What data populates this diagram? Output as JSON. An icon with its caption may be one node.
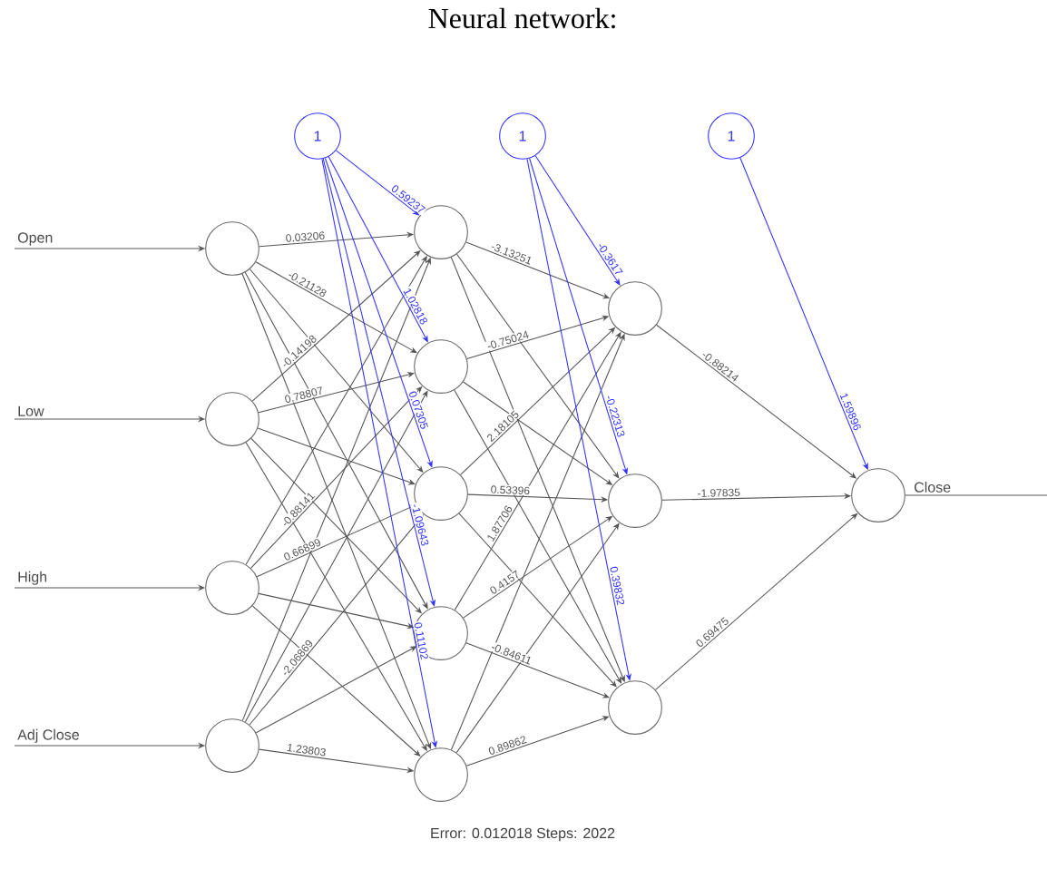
{
  "diagram": {
    "title": "Neural network:",
    "caption": "Error: 0.012018 Steps: 2022",
    "nodes": [
      {
        "text": [],
        "shape": "circle"
      },
      {
        "text": [],
        "shape": "circle"
      },
      {
        "text": [],
        "shape": "circle"
      },
      {
        "text": [],
        "shape": "circle"
      },
      {
        "text": [
          "1"
        ]
      },
      {
        "text": [],
        "shape": "circle"
      },
      {
        "text": [],
        "shape": "circle"
      },
      {
        "text": [],
        "shape": "circle"
      },
      {
        "text": [],
        "shape": "circle"
      },
      {
        "text": [],
        "shape": "circle"
      },
      {
        "text": [
          "1"
        ]
      },
      {
        "text": [],
        "shape": "circle"
      },
      {
        "text": [],
        "shape": "circle"
      },
      {
        "text": [],
        "shape": "circle"
      },
      {
        "text": [
          "1"
        ]
      },
      {
        "text": [],
        "shape": "circle",
        "beside": [
          "Close"
        ]
      },
      {
        "text": [
          "Open"
        ]
      },
      {
        "text": [
          "Low"
        ]
      },
      {
        "text": [
          "High"
        ]
      },
      {
        "text": [
          "Adj Close"
        ]
      }
    ],
    "edges": [
      {
        "from": 16,
        "to": 0,
        "arrow": "to"
      },
      {
        "from": 17,
        "to": 1,
        "arrow": "to"
      },
      {
        "from": 18,
        "to": 2,
        "arrow": "to"
      },
      {
        "from": 19,
        "to": 3,
        "arrow": "to"
      },
      {
        "from": 0,
        "to": 5,
        "arrow": "to",
        "label": "0.03206"
      },
      {
        "from": 0,
        "to": 6,
        "arrow": "to",
        "label": "-0.21128"
      },
      {
        "from": 0,
        "to": 7,
        "arrow": "to"
      },
      {
        "from": 0,
        "to": 8,
        "arrow": "to"
      },
      {
        "from": 0,
        "to": 9,
        "arrow": "to"
      },
      {
        "from": 1,
        "to": 5,
        "arrow": "to",
        "label": "-0.14198"
      },
      {
        "from": 1,
        "to": 6,
        "arrow": "to",
        "label": "0.78807"
      },
      {
        "from": 1,
        "to": 7,
        "arrow": "to"
      },
      {
        "from": 1,
        "to": 8,
        "arrow": "to"
      },
      {
        "from": 1,
        "to": 9,
        "arrow": "to"
      },
      {
        "from": 2,
        "to": 5,
        "arrow": "to"
      },
      {
        "from": 2,
        "to": 6,
        "arrow": "to",
        "label": "-0.88141"
      },
      {
        "from": 2,
        "to": 7,
        "arrow": "to",
        "label": "0.66899"
      },
      {
        "from": 2,
        "to": 8,
        "arrow": "to"
      },
      {
        "from": 2,
        "to": 9,
        "arrow": "to"
      },
      {
        "from": 3,
        "to": 5,
        "arrow": "to"
      },
      {
        "from": 3,
        "to": 6,
        "arrow": "to"
      },
      {
        "from": 3,
        "to": 7,
        "arrow": "to",
        "label": "-2.06869"
      },
      {
        "from": 3,
        "to": 8,
        "arrow": "to"
      },
      {
        "from": 3,
        "to": 9,
        "arrow": "to",
        "label": "1.23803"
      },
      {
        "from": 4,
        "to": 5,
        "arrow": "to",
        "label": "0.59237",
        "color": "#3333ff"
      },
      {
        "from": 4,
        "to": 6,
        "arrow": "to",
        "label": "1.02818",
        "color": "#3333ff"
      },
      {
        "from": 4,
        "to": 7,
        "arrow": "to",
        "label": "0.07305",
        "color": "#3333ff"
      },
      {
        "from": 4,
        "to": 8,
        "arrow": "to",
        "label": "-1.09643",
        "color": "#3333ff"
      },
      {
        "from": 4,
        "to": 9,
        "arrow": "to",
        "label": "0.11102",
        "color": "#3333ff"
      },
      {
        "from": 5,
        "to": 11,
        "arrow": "to",
        "label": "-3.13251"
      },
      {
        "from": 5,
        "to": 12,
        "arrow": "to"
      },
      {
        "from": 5,
        "to": 13,
        "arrow": "to"
      },
      {
        "from": 6,
        "to": 11,
        "arrow": "to",
        "label": "-0.75024"
      },
      {
        "from": 6,
        "to": 12,
        "arrow": "to"
      },
      {
        "from": 6,
        "to": 13,
        "arrow": "to"
      },
      {
        "from": 7,
        "to": 11,
        "arrow": "to",
        "label": "2.18105"
      },
      {
        "from": 7,
        "to": 12,
        "arrow": "to",
        "label": "0.53396"
      },
      {
        "from": 7,
        "to": 13,
        "arrow": "to"
      },
      {
        "from": 8,
        "to": 11,
        "arrow": "to",
        "label": "1.87706"
      },
      {
        "from": 8,
        "to": 12,
        "arrow": "to",
        "label": "0.4157"
      },
      {
        "from": 8,
        "to": 13,
        "arrow": "to",
        "label": "-0.84611"
      },
      {
        "from": 9,
        "to": 11,
        "arrow": "to"
      },
      {
        "from": 9,
        "to": 12,
        "arrow": "to"
      },
      {
        "from": 9,
        "to": 13,
        "arrow": "to",
        "label": "0.89862"
      },
      {
        "from": 10,
        "to": 11,
        "arrow": "to",
        "label": "-0.3617",
        "color": "#3333ff"
      },
      {
        "from": 10,
        "to": 12,
        "arrow": "to",
        "label": "-0.22313",
        "color": "#3333ff"
      },
      {
        "from": 10,
        "to": 13,
        "arrow": "to",
        "label": "0.39832",
        "color": "#3333ff"
      },
      {
        "from": 11,
        "to": 15,
        "arrow": "to",
        "label": "-0.88214"
      },
      {
        "from": 12,
        "to": 15,
        "arrow": "to",
        "label": "-1.97835"
      },
      {
        "from": 13,
        "to": 15,
        "arrow": "to",
        "label": "0.69475"
      },
      {
        "from": 14,
        "to": 15,
        "arrow": "to",
        "label": "1.59896",
        "color": "#3333ff"
      },
      {
        "from": 15,
        "to": null,
        "arrow": "none"
      }
    ]
  }
}
